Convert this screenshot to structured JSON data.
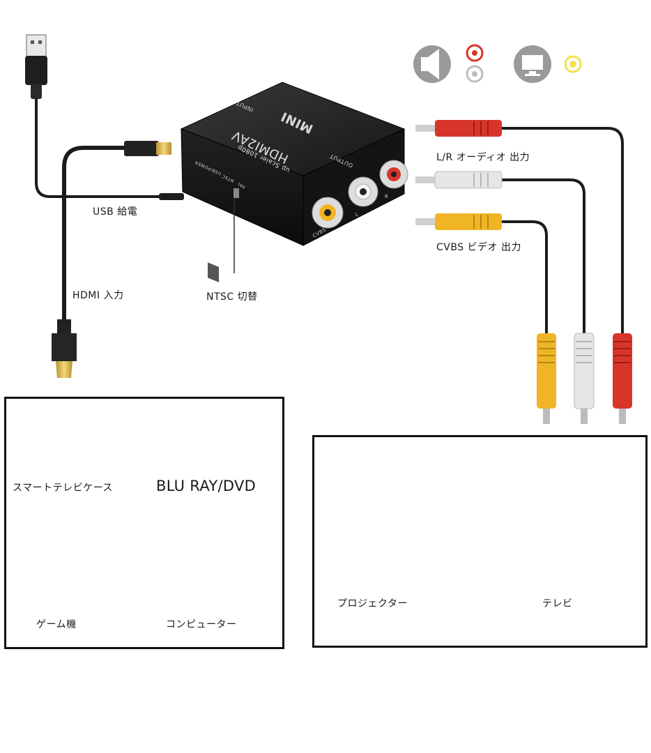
{
  "device": {
    "brand": "MINI",
    "model": "HDMI2AV",
    "subtitle": "up Scaler 1080p",
    "input_label": "INPUT",
    "output_label": "OUTPUT",
    "port_labels": {
      "usb_power": "USB/POWER",
      "ntsc": "NTSC",
      "pal": "PAL",
      "cvbs": "CVBS",
      "left": "L",
      "right": "R"
    }
  },
  "labels": {
    "usb_power": "USB 給電",
    "hdmi_input": "HDMI 入力",
    "ntsc_switch": "NTSC 切替",
    "audio_output": "L/R オーディオ 出力",
    "video_output": "CVBS ビデオ 出力"
  },
  "sources": [
    {
      "label": "スマートテレビケース",
      "icon": "tv-box-icon"
    },
    {
      "label": "BLU RAY/DVD",
      "icon": "bluray-player-icon"
    },
    {
      "label": "ゲーム機",
      "icon": "game-console-icon"
    },
    {
      "label": "コンピューター",
      "icon": "computer-icon"
    }
  ],
  "outputs": [
    {
      "label": "プロジェクター",
      "icon": "projector-icon"
    },
    {
      "label": "テレビ",
      "icon": "crt-tv-icon"
    }
  ],
  "icons": {
    "audio": "speaker-icon",
    "video": "monitor-icon"
  },
  "colors": {
    "plug_red": "#d8352a",
    "plug_white": "#e6e6e6",
    "plug_yellow": "#f0b524",
    "cable": "#1b1b1b",
    "gold": "#d7b24a",
    "icon_grey": "#9a9a9a"
  }
}
